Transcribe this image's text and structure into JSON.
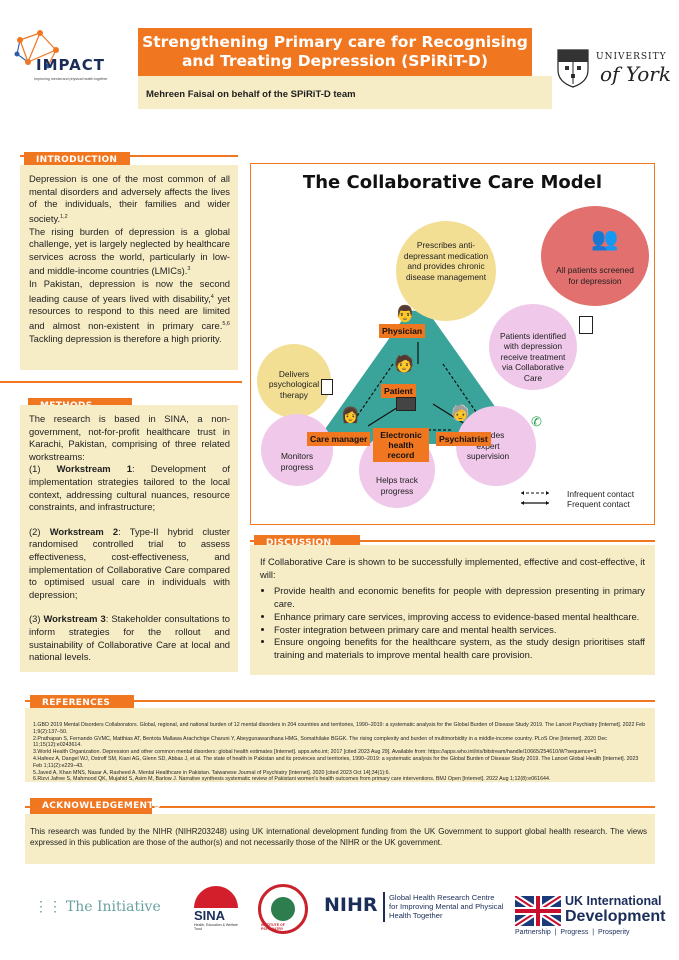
{
  "header": {
    "logo_name": "IMPACT",
    "logo_tagline": "Improving mental and physical health together",
    "title_line1": "Strengthening Primary care for Recognising",
    "title_line2": "and Treating Depression (SPiRiT-D)",
    "author": "Mehreen Faisal on behalf of the SPiRiT-D team",
    "university_line1": "UNIVERSITY",
    "university_line2": "of York"
  },
  "introduction": {
    "label": "INTRODUCTION",
    "p1": "Depression is one of the most common of all mental disorders and adversely affects the lives of the individuals, their families and wider society.",
    "p1_sup": "1,2",
    "p2": "The rising burden of depression is a global challenge, yet is largely neglected by healthcare services across the world, particularly in low- and middle-income countries (LMICs).",
    "p2_sup": "3",
    "p3a": "In Pakistan, depression is now the second leading cause of years lived with disability,",
    "p3a_sup": "4",
    "p3b": " yet resources to respond to this need are limited and almost non-existent in primary care.",
    "p3b_sup": "5,6",
    "p3c": " Tackling depression is therefore a high priority."
  },
  "methods": {
    "label": "METHODS",
    "p1": "The research is based in SINA, a non-government, not-for-profit healthcare trust in Karachi, Pakistan, comprising of three related workstreams:",
    "ws1_prefix": "(1)",
    "ws1_label": "Workstream 1",
    "ws1_text": ": Development of implementation strategies tailored to the local context, addressing cultural nuances, resource constraints, and infrastructure;",
    "ws2_prefix": "(2)",
    "ws2_label": "Workstream 2",
    "ws2_text": ": Type-II hybrid cluster randomised controlled trial to assess effectiveness, cost-effectiveness, and implementation of Collaborative Care compared to optimised usual care in individuals with depression;",
    "ws3_prefix": "(3)",
    "ws3_label": "Workstream 3",
    "ws3_text": ": Stakeholder consultations to inform strategies for the rollout and sustainability of Collaborative Care at local and national levels."
  },
  "model": {
    "title": "The Collaborative Care Model",
    "prescribes": "Prescribes anti-depressant medication and provides chronic disease management",
    "all_patients": "All patients screened for depression",
    "identified": "Patients identified with depression receive treatment via Collaborative Care",
    "delivers": "Delivers psychological therapy",
    "monitors": "Monitors progress",
    "helps": "Helps track progress",
    "supervision": "Provides expert supervision",
    "physician": "Physician",
    "patient": "Patient",
    "care_manager": "Care manager",
    "ehr": "Electronic health record",
    "psychiatrist": "Psychiatrist",
    "legend_infrequent": "Infrequent contact",
    "legend_frequent": "Frequent contact",
    "colors": {
      "orange": "#f0761f",
      "teal": "#3aa39a",
      "yellow": "#f3df93",
      "pink": "#efc8ea",
      "red": "#e2706e"
    }
  },
  "discussion": {
    "label": "DISCUSSION",
    "intro": "If Collaborative Care is shown to be successfully implemented, effective and cost-effective, it will:",
    "bullets": [
      "Provide health and economic benefits for people with depression presenting in primary care.",
      "Enhance primary care services, improving access to evidence-based mental healthcare.",
      "Foster integration between primary care and mental health services.",
      "Ensure ongoing benefits for the healthcare system, as the study design prioritises staff training and materials to improve mental health care provision."
    ]
  },
  "references": {
    "label": "REFERENCES",
    "items": [
      "1.GBD 2019 Mental Disorders Collaborators. Global, regional, and national burden of 12 mental disorders in 204 countries and territories, 1990–2019: a systematic analysis for the Global Burden of Disease Study 2019. The Lancet Psychiatry [Internet]. 2022 Feb 1;9(2):137–50.",
      "2.Prathapan S, Fernando GVMC, Matthias AT, Bentota Mallawa Arachchige Charuni Y, Abeygunawardhana HMG, Somathilake BGGK. The rising complexity and burden of multimorbidity in a middle-income country. PLoS One [Internet]. 2020 Dec 11;15(12):e0243614.",
      "3.World Health Organization. Depression and other common mental disorders: global health estimates [Internet]. apps.who.int; 2017 [cited 2023 Aug 29]. Available from: https://apps.who.int/iris/bitstream/handle/10665/254610/W?sequence=1",
      "4.Hafeez A, Dangel WJ, Ostroff SM, Kiani AG, Glenn SD, Abbas J, et al. The state of health in Pakistan and its provinces and territories, 1990–2019: a systematic analysis for the Global Burden of Disease Study 2019. The Lancet Global Health [Internet]. 2023 Feb 1;11(2):e229–43.",
      "5.Javed A, Khan MNS, Nasar A, Rasheed A. Mental Healthcare in Pakistan. Taiwanese Journal of Psychiatry [Internet]. 2020 [cited 2023 Oct 14];34(1):6.",
      "6.Rizvi Jafree S, Mahmood QK, Mujahid S, Asim M, Barlow J. Narrative synthesis systematic review of Pakistani women's health outcomes from primary care interventions. BMJ Open [Internet]. 2022 Aug 1;12(8):e061644."
    ]
  },
  "acknowledgements": {
    "label": "ACKNOWLEDGEMENTS",
    "text": "This research was funded by the NIHR (NIHR203248) using UK international development funding from the UK Government to support global health research. The views expressed in this publication are those of the author(s) and not necessarily those of the NIHR or the UK government."
  },
  "footer": {
    "initiative": "The Initiative",
    "sina": "SINA",
    "sina_sub": "Health, Education & Welfare Trust",
    "iop": "INSTITUTE OF PSYCHIATRY",
    "nihr": "NIHR",
    "nihr_text": "Global Health Research Centre for Improving Mental and Physical Health Together",
    "ukid_line1": "UK International",
    "ukid_line2": "Development",
    "ukid_tagline": "Partnership  |  Progress  |  Prosperity"
  }
}
